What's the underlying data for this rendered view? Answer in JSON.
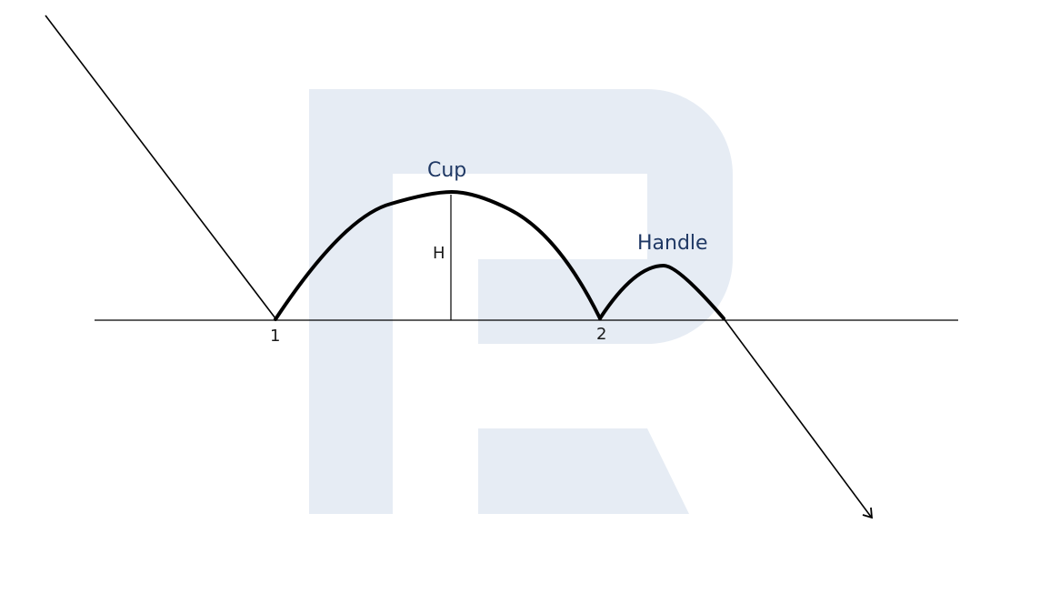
{
  "labels": {
    "cup": "Cup",
    "handle": "Handle",
    "height": "H",
    "point_1": "1",
    "point_2": "2"
  },
  "colors": {
    "background": "#ffffff",
    "watermark": "#e6ecf4",
    "line": "#000000",
    "label_text": "#1f3864"
  },
  "icons": {
    "watermark": "letter-r-logo-watermark"
  }
}
